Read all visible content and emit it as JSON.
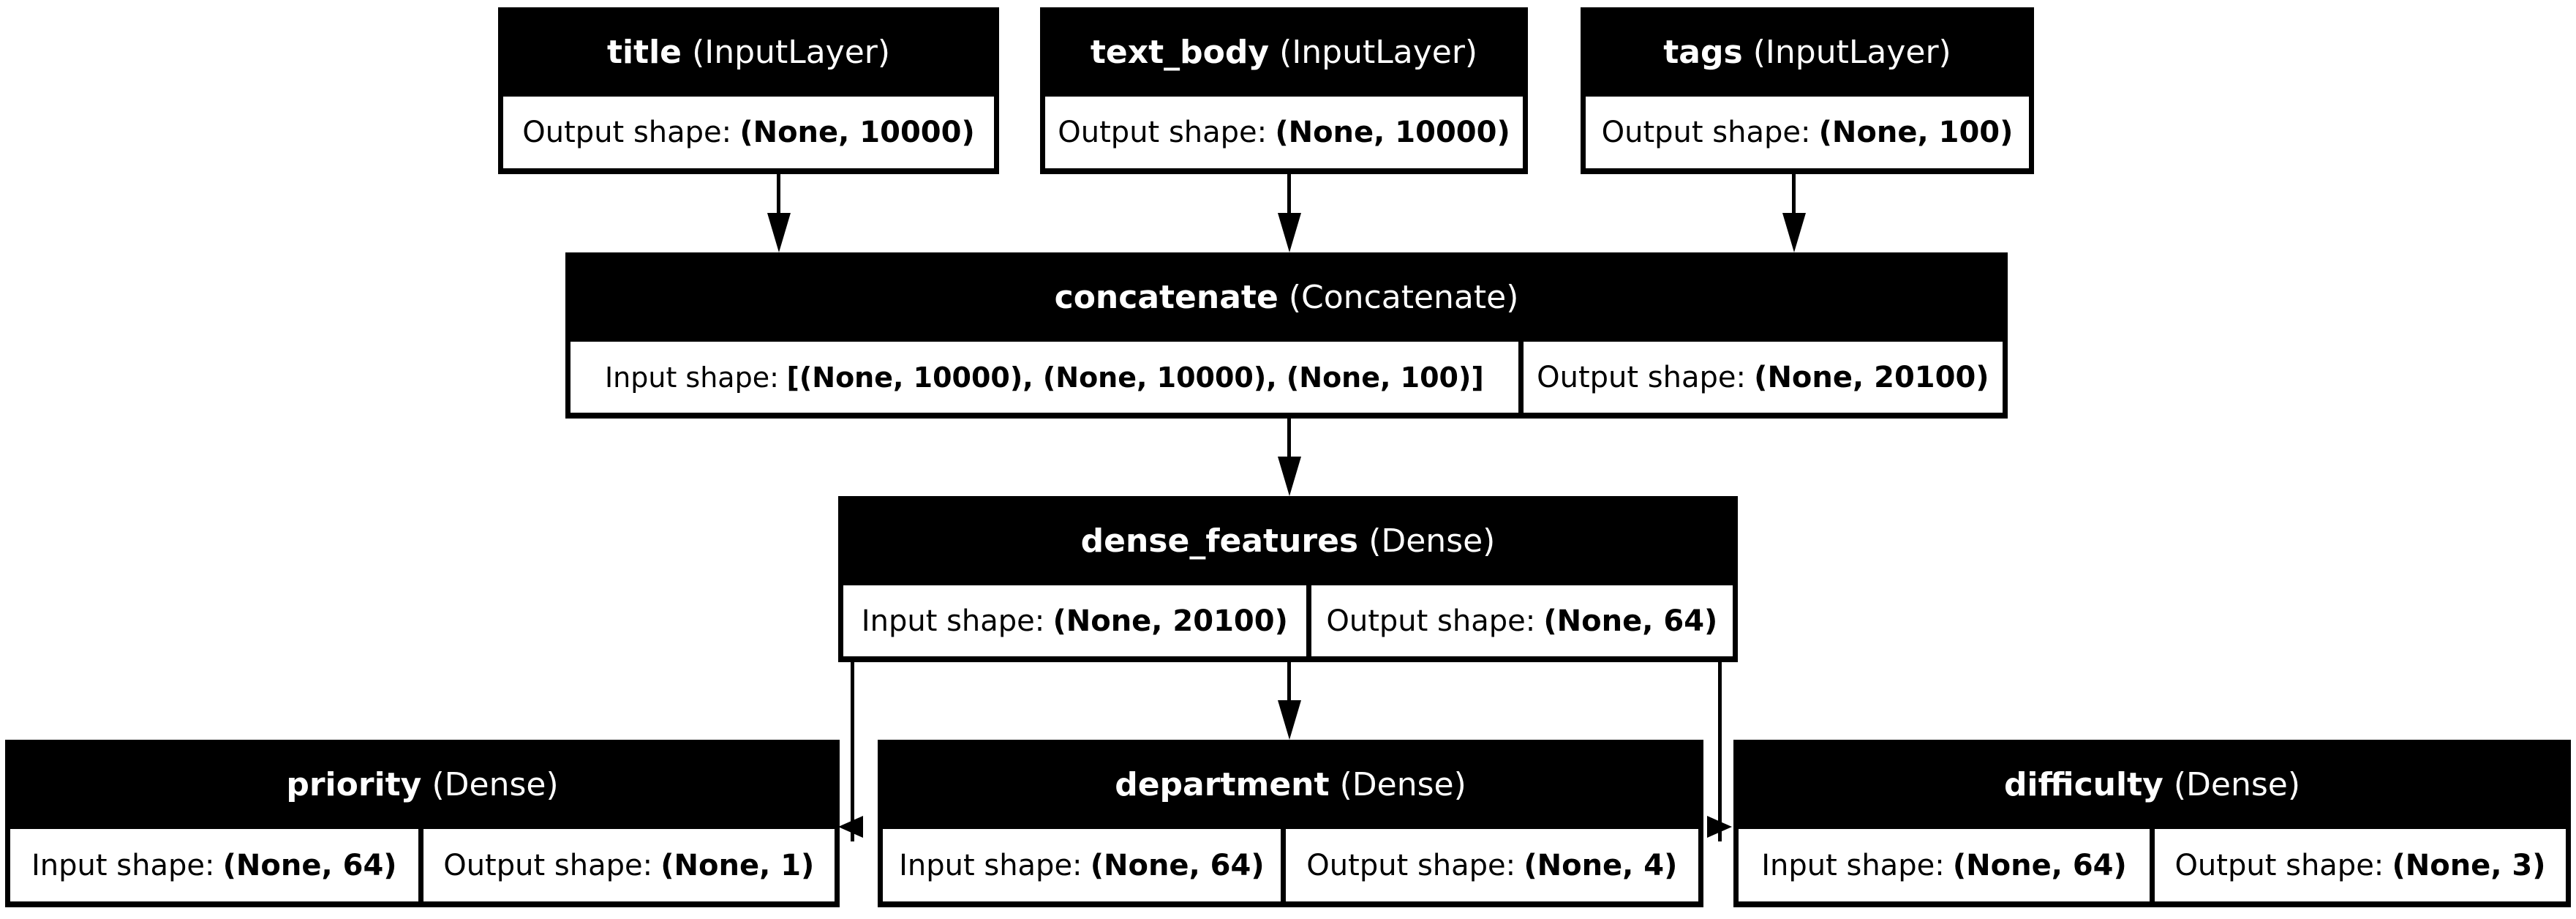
{
  "diagram": {
    "kind": "keras-model-architecture-plot",
    "colors": {
      "background": "#ffffff",
      "node_header_bg": "#000000",
      "node_header_text": "#ffffff",
      "cell_bg": "#ffffff",
      "cell_text": "#000000",
      "edge": "#000000"
    },
    "nodes": [
      {
        "id": "title",
        "name": "title",
        "layer_type": "(InputLayer)",
        "cells": [
          {
            "label": "Output shape:",
            "value": "(None, 10000)"
          }
        ]
      },
      {
        "id": "text_body",
        "name": "text_body",
        "layer_type": "(InputLayer)",
        "cells": [
          {
            "label": "Output shape:",
            "value": "(None, 10000)"
          }
        ]
      },
      {
        "id": "tags",
        "name": "tags",
        "layer_type": "(InputLayer)",
        "cells": [
          {
            "label": "Output shape:",
            "value": "(None, 100)"
          }
        ]
      },
      {
        "id": "concatenate",
        "name": "concatenate",
        "layer_type": "(Concatenate)",
        "cells": [
          {
            "label": "Input shape:",
            "value": "[(None, 10000), (None, 10000), (None, 100)]"
          },
          {
            "label": "Output shape:",
            "value": "(None, 20100)"
          }
        ]
      },
      {
        "id": "dense_features",
        "name": "dense_features",
        "layer_type": "(Dense)",
        "cells": [
          {
            "label": "Input shape:",
            "value": "(None, 20100)"
          },
          {
            "label": "Output shape:",
            "value": "(None, 64)"
          }
        ]
      },
      {
        "id": "priority",
        "name": "priority",
        "layer_type": "(Dense)",
        "cells": [
          {
            "label": "Input shape:",
            "value": "(None, 64)"
          },
          {
            "label": "Output shape:",
            "value": "(None, 1)"
          }
        ]
      },
      {
        "id": "department",
        "name": "department",
        "layer_type": "(Dense)",
        "cells": [
          {
            "label": "Input shape:",
            "value": "(None, 64)"
          },
          {
            "label": "Output shape:",
            "value": "(None, 4)"
          }
        ]
      },
      {
        "id": "difficulty",
        "name": "difficulty",
        "layer_type": "(Dense)",
        "cells": [
          {
            "label": "Input shape:",
            "value": "(None, 64)"
          },
          {
            "label": "Output shape:",
            "value": "(None, 3)"
          }
        ]
      }
    ],
    "edges": [
      {
        "from": "title",
        "to": "concatenate"
      },
      {
        "from": "text_body",
        "to": "concatenate"
      },
      {
        "from": "tags",
        "to": "concatenate"
      },
      {
        "from": "concatenate",
        "to": "dense_features"
      },
      {
        "from": "dense_features",
        "to": "priority"
      },
      {
        "from": "dense_features",
        "to": "department"
      },
      {
        "from": "dense_features",
        "to": "difficulty"
      }
    ]
  }
}
